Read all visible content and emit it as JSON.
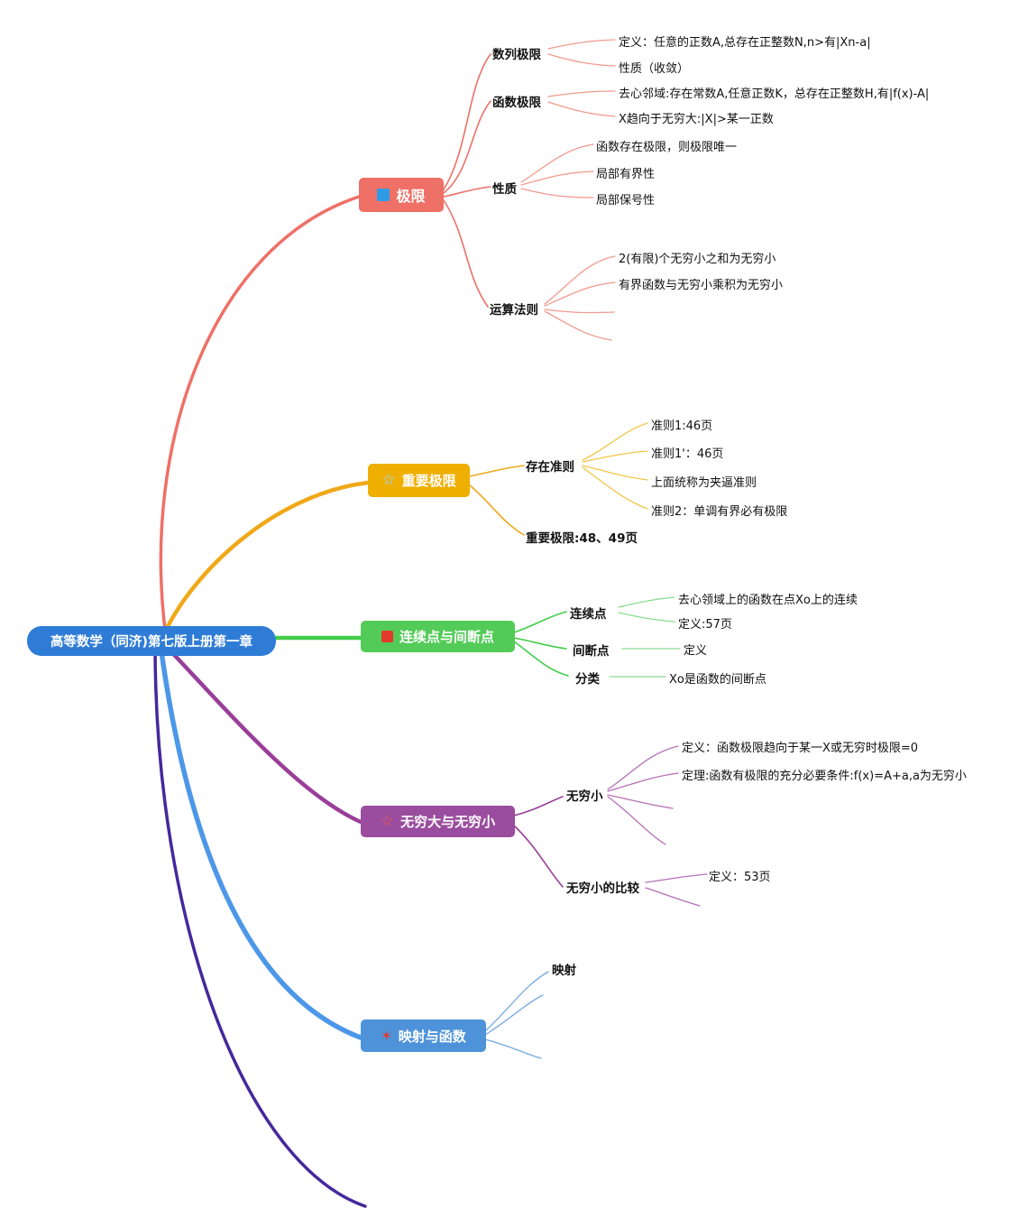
{
  "root": {
    "label": "高等数学（同济)第七版上册第一章"
  },
  "palette": {
    "root_bg": "#2E7CD6",
    "limit": "#EE7066",
    "limit_leaf": "#F09A8E",
    "important": "#F0A818",
    "important_box": "#EFAF00",
    "important_leaf": "#F2C648",
    "continuity": "#43CC49",
    "continuity_box": "#53CB58",
    "continuity_leaf": "#8ADB8E",
    "infinity": "#993E99",
    "infinity_box": "#9A4D9E",
    "infinity_leaf": "#B670B6",
    "mapping": "#4D97E8",
    "mapping_box": "#4E93D9",
    "mapping_leaf": "#74A9E3",
    "unused_branch": "#45289C",
    "icon_blue": "#2E9BE6",
    "icon_red": "#E23B2E"
  },
  "branches": [
    {
      "label": "极限",
      "icon": "blue-square-icon",
      "children": [
        {
          "label": "数列极限",
          "leaves": [
            "定义：任意的正数A,总存在正整数N,n>有|Xn-a|",
            "性质（收敛）"
          ]
        },
        {
          "label": "函数极限",
          "leaves": [
            "去心邻域:存在常数A,任意正数K，总存在正整数H,有|f(x)-A|",
            "X趋向于无穷大:|X|>某一正数"
          ]
        },
        {
          "label": "性质",
          "leaves": [
            "函数存在极限，则极限唯一",
            "局部有界性",
            "局部保号性"
          ]
        },
        {
          "label": "运算法则",
          "leaves": [
            "2(有限)个无穷小之和为无穷小",
            "有界函数与无穷小乘积为无穷小"
          ]
        }
      ]
    },
    {
      "label": "重要极限",
      "icon": "blue-star-outline-icon",
      "icon_glyph": "☆",
      "children": [
        {
          "label": "存在准则",
          "leaves": [
            "准则1:46页",
            "准则1'：46页",
            "上面统称为夹逼准则",
            "准则2：单调有界必有极限"
          ]
        },
        {
          "label": "重要极限:48、49页",
          "leaves": []
        }
      ]
    },
    {
      "label": "连续点与间断点",
      "icon": "red-square-icon",
      "children": [
        {
          "label": "连续点",
          "leaves": [
            "去心领域上的函数在点Xo上的连续",
            "定义:57页"
          ]
        },
        {
          "label": "间断点",
          "leaves": [
            "定义"
          ]
        },
        {
          "label": "分类",
          "leaves": [
            "Xo是函数的间断点"
          ]
        }
      ]
    },
    {
      "label": "无穷大与无穷小",
      "icon": "red-star-outline-icon",
      "icon_glyph": "☆",
      "children": [
        {
          "label": "无穷小",
          "leaves": [
            "定义：函数极限趋向于某一X或无穷时极限=0",
            "定理:函数有极限的充分必要条件:f(x)=A+a,a为无穷小"
          ]
        },
        {
          "label": "无穷小的比较",
          "leaves": [
            "定义：53页"
          ]
        }
      ]
    },
    {
      "label": "映射与函数",
      "icon": "red-star-icon",
      "icon_glyph": "✶",
      "children": [
        {
          "label": "映射",
          "leaves": []
        }
      ]
    }
  ]
}
